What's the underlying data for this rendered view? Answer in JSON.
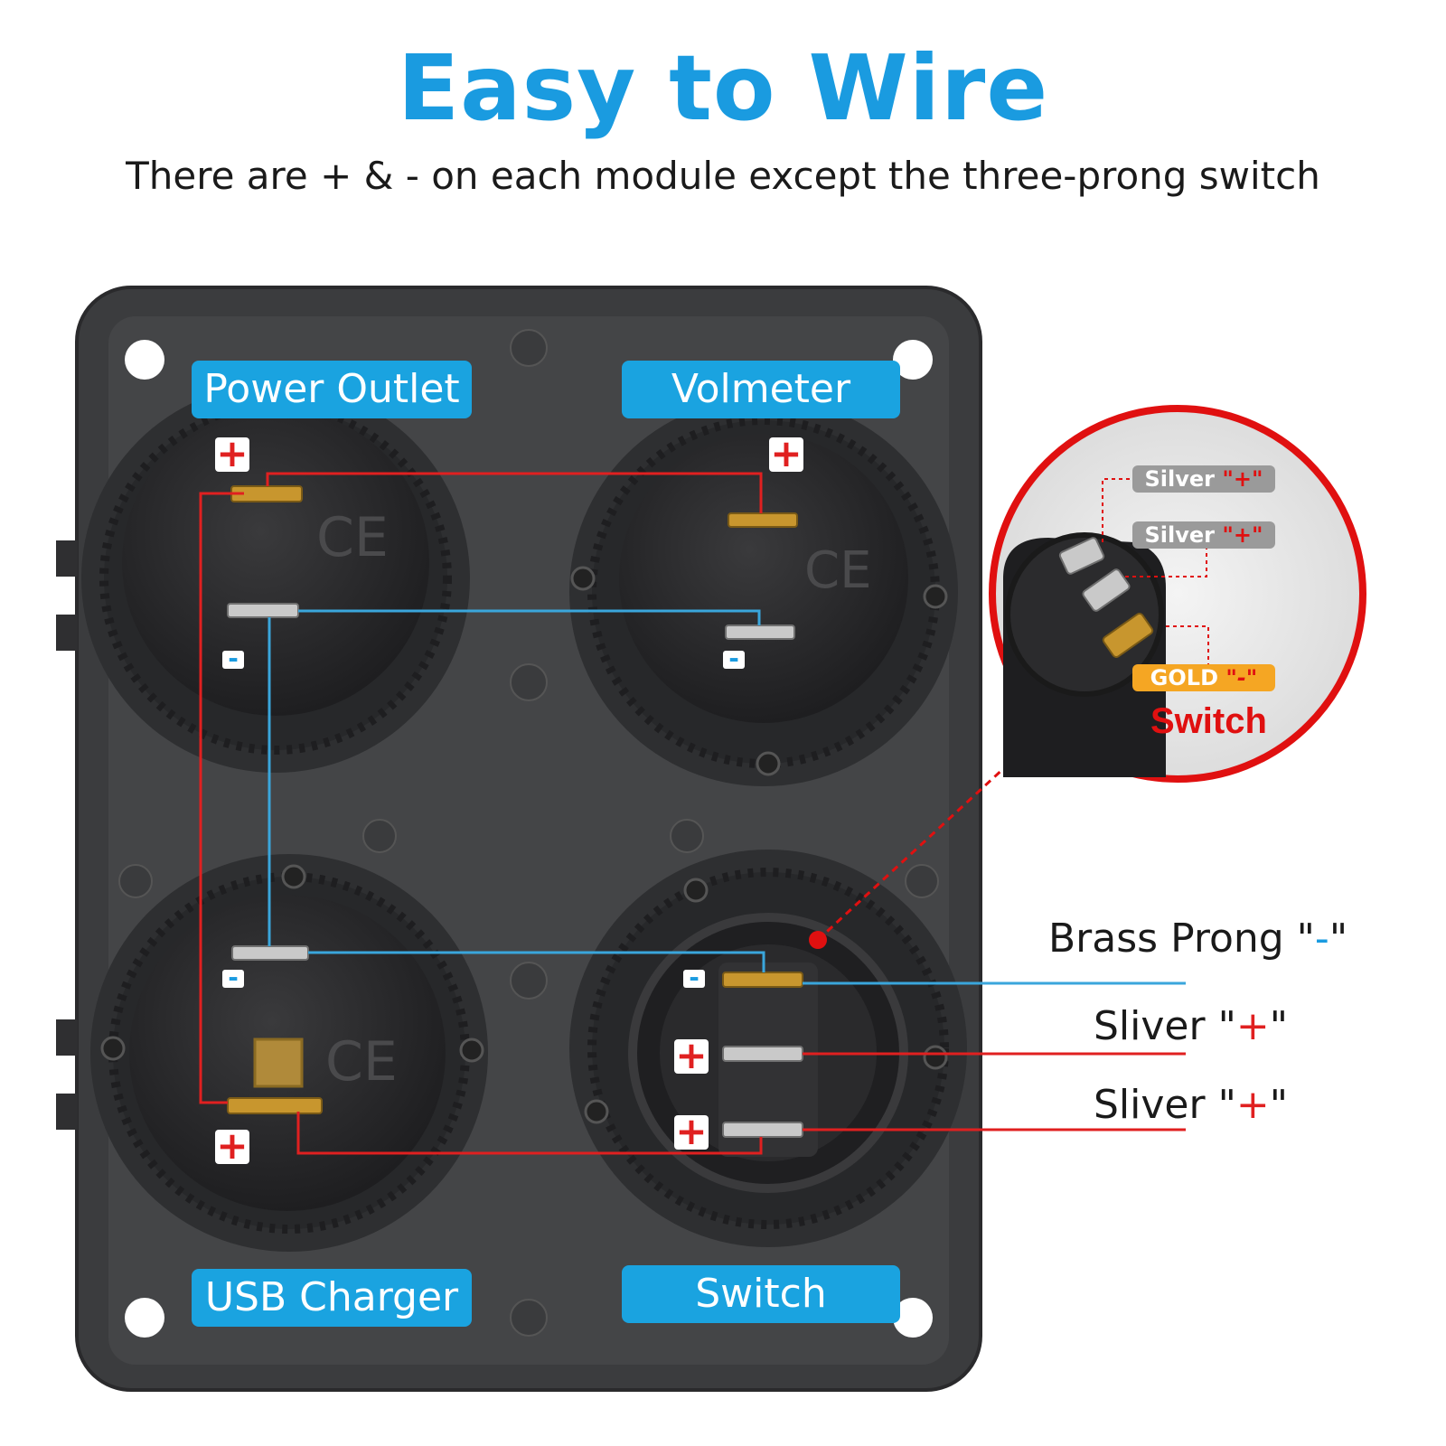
{
  "header": {
    "title": "Easy to Wire",
    "subtitle": "There are + & - on each module except the three-prong switch"
  },
  "modules": {
    "power_outlet": "Power Outlet",
    "voltmeter": "Volmeter",
    "usb_charger": "USB Charger",
    "switch": "Switch"
  },
  "prong_labels": [
    {
      "text": "Brass Prong \"",
      "sign": "-",
      "end": "\""
    },
    {
      "text": "Sliver \"",
      "sign": "+",
      "end": "\""
    },
    {
      "text": "Sliver \"",
      "sign": "+",
      "end": "\""
    }
  ],
  "zoom": {
    "tags": [
      {
        "text": "Silver ",
        "sign": "\"+\""
      },
      {
        "text": "Silver ",
        "sign": "\"+\""
      },
      {
        "text": "GOLD ",
        "sign": "\"-\""
      }
    ],
    "title": "Switch"
  },
  "terminal_marks": {
    "plus": "+",
    "minus": "-"
  },
  "colors": {
    "title_blue": "#1a9be0",
    "label_blue": "#1aa3e0",
    "wire_red": "#e02020",
    "wire_blue": "#3aa6dc",
    "panel": "#3a3b3d",
    "zoom_red": "#e01010",
    "silver_tag": "#9a9a9a",
    "gold_tag": "#f5a623"
  }
}
